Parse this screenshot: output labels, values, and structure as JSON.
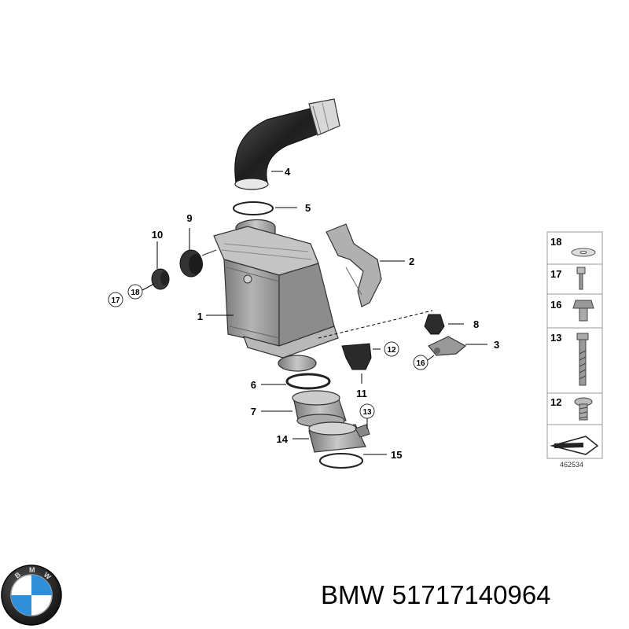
{
  "callouts": {
    "c1": "1",
    "c2": "2",
    "c3": "3",
    "c4": "4",
    "c5": "5",
    "c6": "6",
    "c7": "7",
    "c8": "8",
    "c9": "9",
    "c10": "10",
    "c11": "11",
    "c12": "12",
    "c13": "13",
    "c14": "14",
    "c15": "15",
    "c16": "16",
    "c17": "17",
    "c18": "18"
  },
  "legend": {
    "items": [
      "18",
      "17",
      "16",
      "13",
      "12"
    ]
  },
  "diagram_number": "462534",
  "footer": {
    "brand": "BMW",
    "part_number": "51717140964"
  },
  "colors": {
    "line": "#000000",
    "part_gray": "#9a9a9a",
    "dark_part": "#2e2e2e",
    "logo_blue": "#2f8fd8"
  }
}
